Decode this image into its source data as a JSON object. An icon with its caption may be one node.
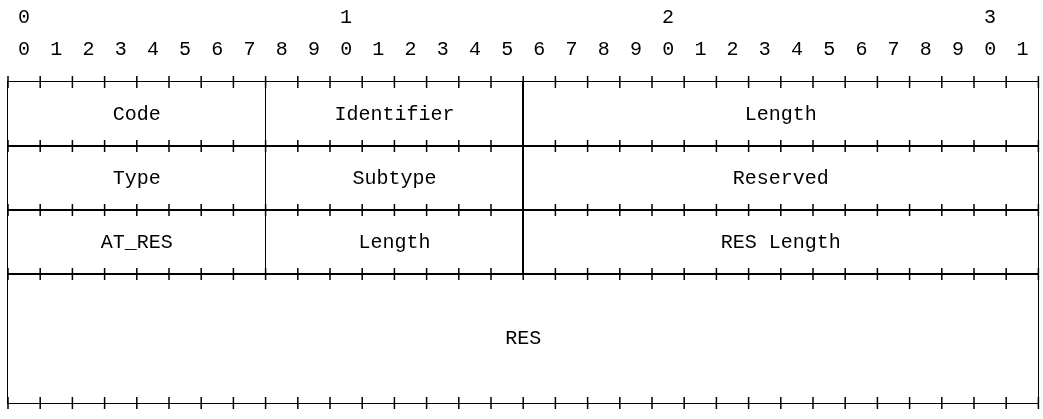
{
  "diagram": {
    "nodes": [
      {
        "text": [
          "Code"
        ]
      },
      {
        "text": [
          "Identifier"
        ]
      },
      {
        "text": [
          "Length"
        ]
      },
      {
        "text": [
          "Type"
        ]
      },
      {
        "text": [
          "Subtype"
        ]
      },
      {
        "text": [
          "Reserved"
        ]
      },
      {
        "text": [
          "AT_RES"
        ]
      },
      {
        "text": [
          "Length"
        ]
      },
      {
        "text": [
          "RES Length"
        ]
      },
      {
        "text": [
          "RES"
        ]
      }
    ],
    "edges": [],
    "labels": [
      "0",
      "1",
      "2",
      "3",
      "0 1 2 3 4 5 6 7 8 9 0 1 2 3 4 5 6 7 8 9 0 1 2 3 4 5 6 7 8 9 0 1"
    ]
  }
}
